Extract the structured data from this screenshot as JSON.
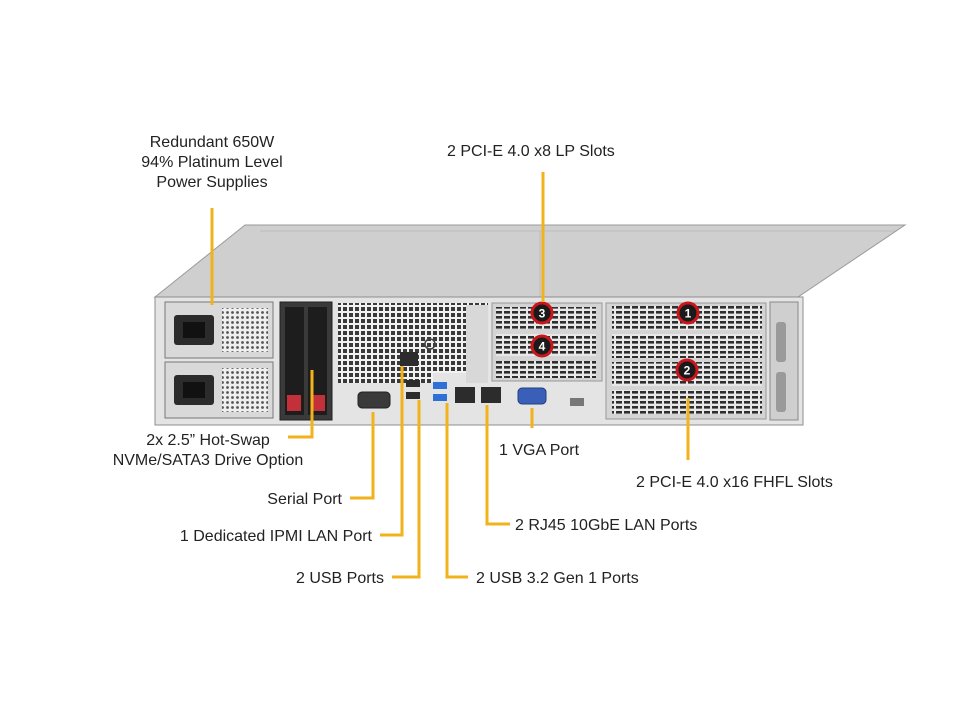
{
  "callouts": {
    "power_supplies": [
      "Redundant  650W",
      "94% Platinum  Level",
      "Power Supplies"
    ],
    "lp_slots": "2 PCI-E 4.0 x8 LP Slots",
    "drive_option": [
      "2x 2.5” Hot-Swap",
      "NVMe/SATA3 Drive Option"
    ],
    "vga_port": "1 VGA Port",
    "fhfl_slots": "2 PCI-E 4.0 x16 FHFL Slots",
    "serial_port": "Serial Port",
    "rj45_ports": "2 RJ45  10GbE LAN Ports",
    "ipmi_port": "1 Dedicated IPMI  LAN Port",
    "usb_ports": "2 USB Ports",
    "usb32_ports": "2 USB 3.2 Gen 1 Ports"
  },
  "slot_badges": [
    "1",
    "2",
    "3",
    "4"
  ],
  "colors": {
    "leader": "#f2b21c",
    "badge": "#c8161d",
    "chassis_top": "#c9c9c9",
    "chassis_back": "#e3e3e3",
    "usb3_blue": "#2f6fd6",
    "vga_blue": "#3a5fb8",
    "drive_red": "#c4303a"
  }
}
